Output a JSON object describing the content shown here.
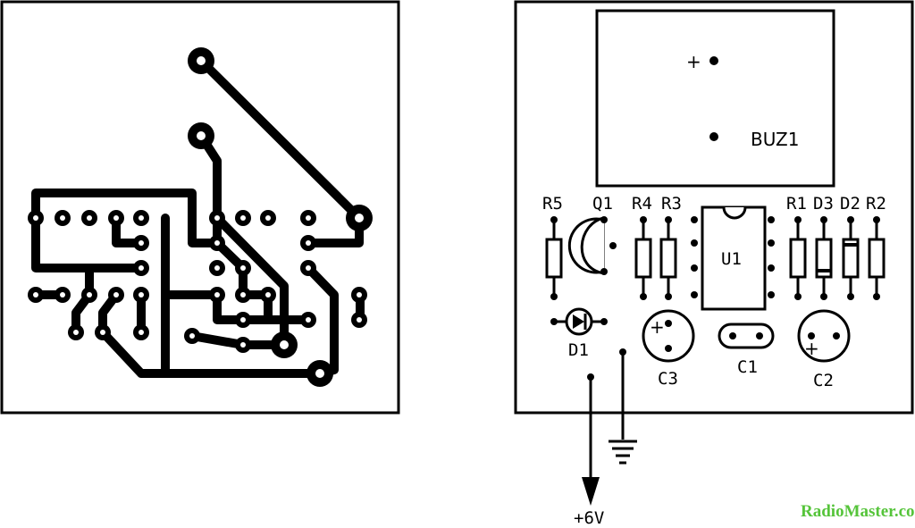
{
  "silkscreen": {
    "buzzer": {
      "designator": "BUZ1",
      "plus": "+"
    },
    "resistors": [
      "R5",
      "R4",
      "R3",
      "R1",
      "R2"
    ],
    "diodes": [
      "D3",
      "D2",
      "D1"
    ],
    "transistor": "Q1",
    "ic": "U1",
    "capacitors": [
      "C3",
      "C1",
      "C2"
    ],
    "plus_marks": {
      "c3": "+",
      "c2": "+"
    }
  },
  "supply": {
    "positive": "+6V"
  },
  "watermark": "RadioMaster.com.ua",
  "colors": {
    "ink": "#000000",
    "background": "#ffffff",
    "watermark": "#55c43a"
  }
}
